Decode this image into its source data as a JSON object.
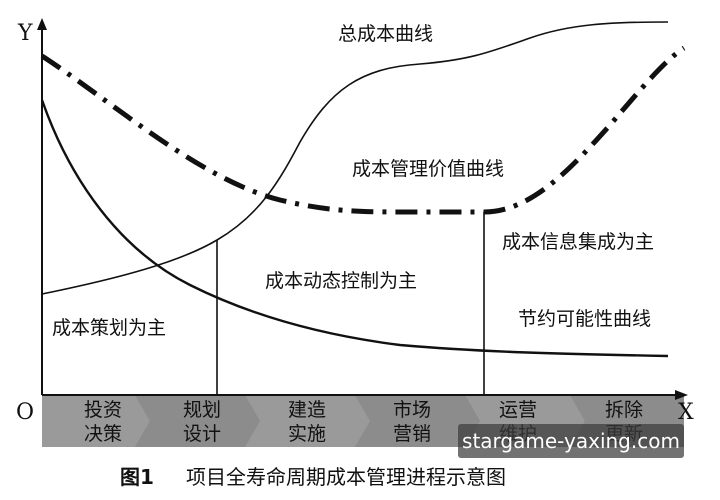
{
  "axes": {
    "y_label": "Y",
    "x_label": "X",
    "origin_label": "O"
  },
  "curves": {
    "total_cost": "总成本曲线",
    "cost_mgmt_value": "成本管理价值曲线",
    "saving_possibility": "节约可能性曲线"
  },
  "regions": {
    "planning": "成本策划为主",
    "dynamic_control": "成本动态控制为主",
    "info_integration": "成本信息集成为主"
  },
  "phases": [
    {
      "line1": "投资",
      "line2": "决策"
    },
    {
      "line1": "规划",
      "line2": "设计"
    },
    {
      "line1": "建造",
      "line2": "实施"
    },
    {
      "line1": "市场",
      "line2": "营销"
    },
    {
      "line1": "运营",
      "line2": "维护"
    },
    {
      "line1": "拆除",
      "line2": "更新"
    }
  ],
  "caption": {
    "number": "图1",
    "title": "项目全寿命周期成本管理进程示意图"
  },
  "watermark": "stargame-yaxing.com",
  "colors": {
    "line": "#111111",
    "phase_band": "#8a8a8a",
    "phase_band_dark": "#6e6e6e"
  }
}
